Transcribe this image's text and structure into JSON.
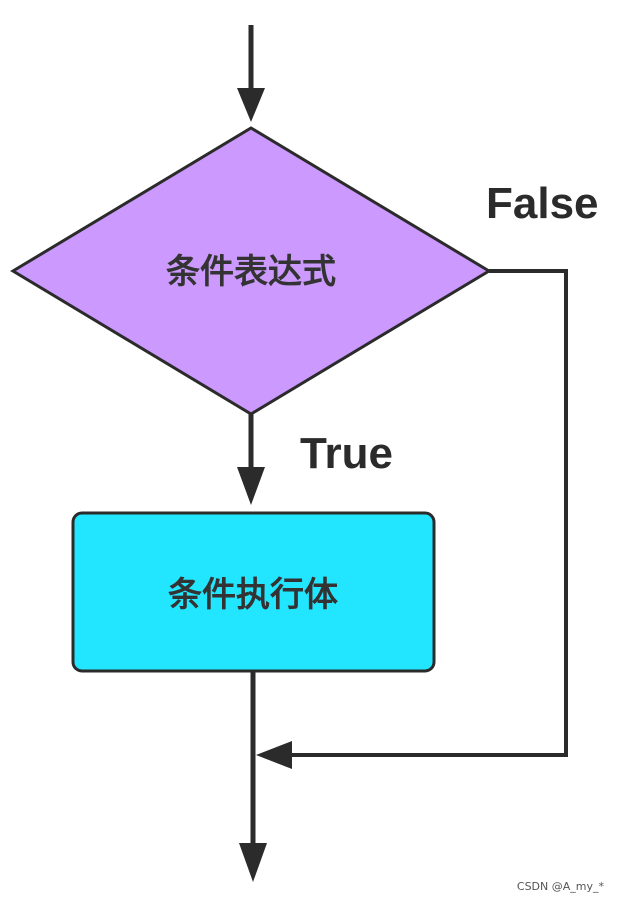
{
  "diagram": {
    "condition": {
      "label": "条件表达式",
      "fill": "#CC99FF"
    },
    "body": {
      "label": "条件执行体",
      "fill": "#22E6FF"
    },
    "edges": {
      "true_label": "True",
      "false_label": "False"
    },
    "stroke_color": "#2b2b2b"
  },
  "watermark": "CSDN @A_my_*"
}
